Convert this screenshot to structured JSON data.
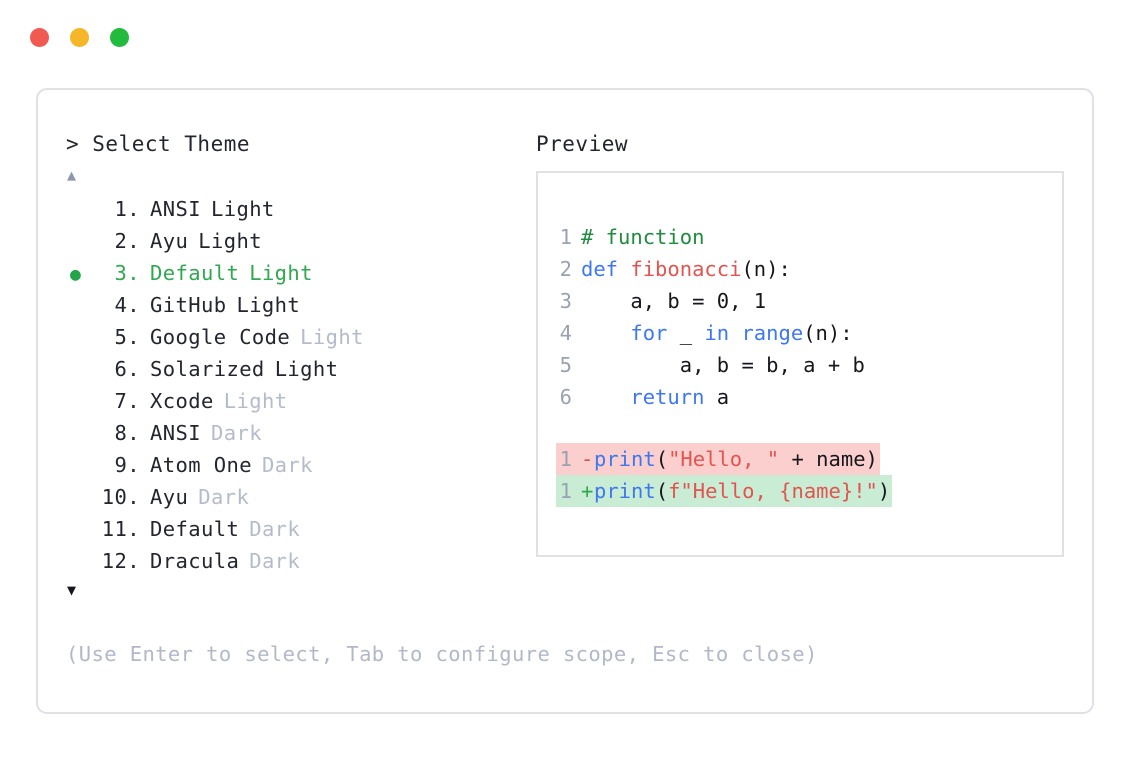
{
  "window": {
    "dots": [
      {
        "name": "close",
        "color": "#f05a51"
      },
      {
        "name": "minimize",
        "color": "#f5b627"
      },
      {
        "name": "zoom",
        "color": "#23bb3d"
      }
    ]
  },
  "theme_picker": {
    "header": "> Select Theme",
    "scroll_up": "▲",
    "scroll_down": "▼",
    "selected_index": 3,
    "bullet": "●",
    "items": [
      {
        "index": "1.",
        "name": "ANSI",
        "variant": "Light",
        "variant_style": "strong"
      },
      {
        "index": "2.",
        "name": "Ayu",
        "variant": "Light",
        "variant_style": "strong"
      },
      {
        "index": "3.",
        "name": "Default",
        "variant": "Light",
        "variant_style": "strong"
      },
      {
        "index": "4.",
        "name": "GitHub",
        "variant": "Light",
        "variant_style": "strong"
      },
      {
        "index": "5.",
        "name": "Google Code",
        "variant": "Light",
        "variant_style": "muted"
      },
      {
        "index": "6.",
        "name": "Solarized",
        "variant": "Light",
        "variant_style": "strong"
      },
      {
        "index": "7.",
        "name": "Xcode",
        "variant": "Light",
        "variant_style": "muted"
      },
      {
        "index": "8.",
        "name": "ANSI",
        "variant": "Dark",
        "variant_style": "muted"
      },
      {
        "index": "9.",
        "name": "Atom One",
        "variant": "Dark",
        "variant_style": "muted"
      },
      {
        "index": "10.",
        "name": "Ayu",
        "variant": "Dark",
        "variant_style": "muted"
      },
      {
        "index": "11.",
        "name": "Default",
        "variant": "Dark",
        "variant_style": "muted"
      },
      {
        "index": "12.",
        "name": "Dracula",
        "variant": "Dark",
        "variant_style": "muted"
      }
    ]
  },
  "preview": {
    "label": "Preview",
    "code_lines": [
      {
        "no": "1",
        "tokens": [
          {
            "t": "# function",
            "c": "comment"
          }
        ]
      },
      {
        "no": "2",
        "tokens": [
          {
            "t": "def ",
            "c": "keyword"
          },
          {
            "t": "fibonacci",
            "c": "fn"
          },
          {
            "t": "(n):",
            "c": "plain"
          }
        ]
      },
      {
        "no": "3",
        "tokens": [
          {
            "t": "    a, b = 0, 1",
            "c": "plain"
          }
        ]
      },
      {
        "no": "4",
        "tokens": [
          {
            "t": "    ",
            "c": "plain"
          },
          {
            "t": "for ",
            "c": "keyword"
          },
          {
            "t": "_ ",
            "c": "plain"
          },
          {
            "t": "in ",
            "c": "keyword"
          },
          {
            "t": "range",
            "c": "keyword"
          },
          {
            "t": "(n):",
            "c": "plain"
          }
        ]
      },
      {
        "no": "5",
        "tokens": [
          {
            "t": "        a, b = b, a + b",
            "c": "plain"
          }
        ]
      },
      {
        "no": "6",
        "tokens": [
          {
            "t": "    ",
            "c": "plain"
          },
          {
            "t": "return ",
            "c": "keyword"
          },
          {
            "t": "a",
            "c": "plain"
          }
        ]
      }
    ],
    "diff_lines": [
      {
        "no": "1",
        "sign": "-",
        "kind": "del",
        "tokens": [
          {
            "t": "print",
            "c": "keyword"
          },
          {
            "t": "(",
            "c": "plain"
          },
          {
            "t": "\"Hello, \"",
            "c": "string"
          },
          {
            "t": " + name)",
            "c": "plain"
          }
        ]
      },
      {
        "no": "1",
        "sign": "+",
        "kind": "add",
        "tokens": [
          {
            "t": "print",
            "c": "keyword"
          },
          {
            "t": "(",
            "c": "plain"
          },
          {
            "t": "f\"Hello, {name}!\"",
            "c": "string"
          },
          {
            "t": ")",
            "c": "plain"
          }
        ]
      }
    ]
  },
  "footer": {
    "hint": "(Use Enter to select, Tab to configure scope, Esc to close)"
  }
}
